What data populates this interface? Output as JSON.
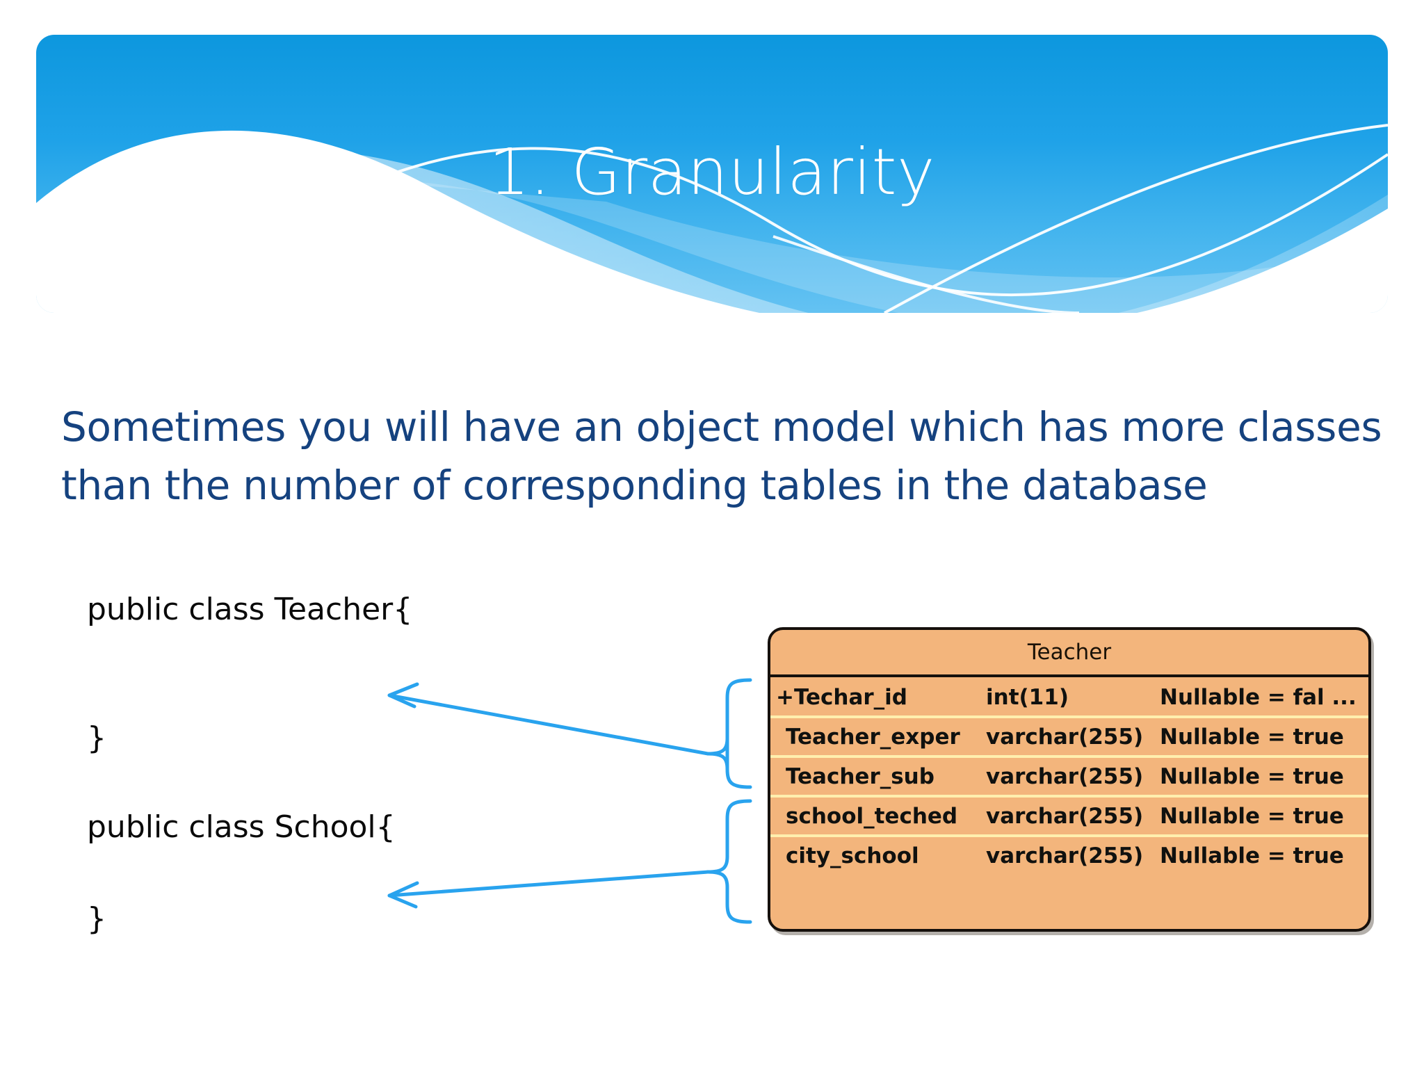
{
  "slide": {
    "title": "1. Granularity",
    "body_text": "Sometimes you will have an object model which has more classes than the number of corresponding tables in the database",
    "colors": {
      "header_blue_dark": "#0d97de",
      "header_blue_light": "#64c2f2",
      "body_text_navy": "#15427f",
      "code_black": "#0a0a0a",
      "uml_fill_orange": "#f3b57c",
      "uml_border_black": "#15100c",
      "uml_row_separator": "#ffefae",
      "connector_blue": "#29a3ee"
    }
  },
  "code_blocks": [
    {
      "open": "public class Teacher{",
      "close": "}"
    },
    {
      "open": "public class School{",
      "close": "}"
    }
  ],
  "uml_table": {
    "title": "Teacher",
    "rows": [
      {
        "name": "+Techar_id",
        "type": "int(11)",
        "nullable": "Nullable = fal ..."
      },
      {
        "name": "Teacher_exper",
        "type": "varchar(255)",
        "nullable": "Nullable = true"
      },
      {
        "name": "Teacher_sub",
        "type": "varchar(255)",
        "nullable": "Nullable = true"
      },
      {
        "name": "school_teched",
        "type": "varchar(255)",
        "nullable": "Nullable = true"
      },
      {
        "name": "city_school",
        "type": "varchar(255)",
        "nullable": "Nullable = true"
      }
    ]
  },
  "connectors": [
    {
      "label": "teacher-brace-arrow"
    },
    {
      "label": "school-brace-arrow"
    }
  ]
}
